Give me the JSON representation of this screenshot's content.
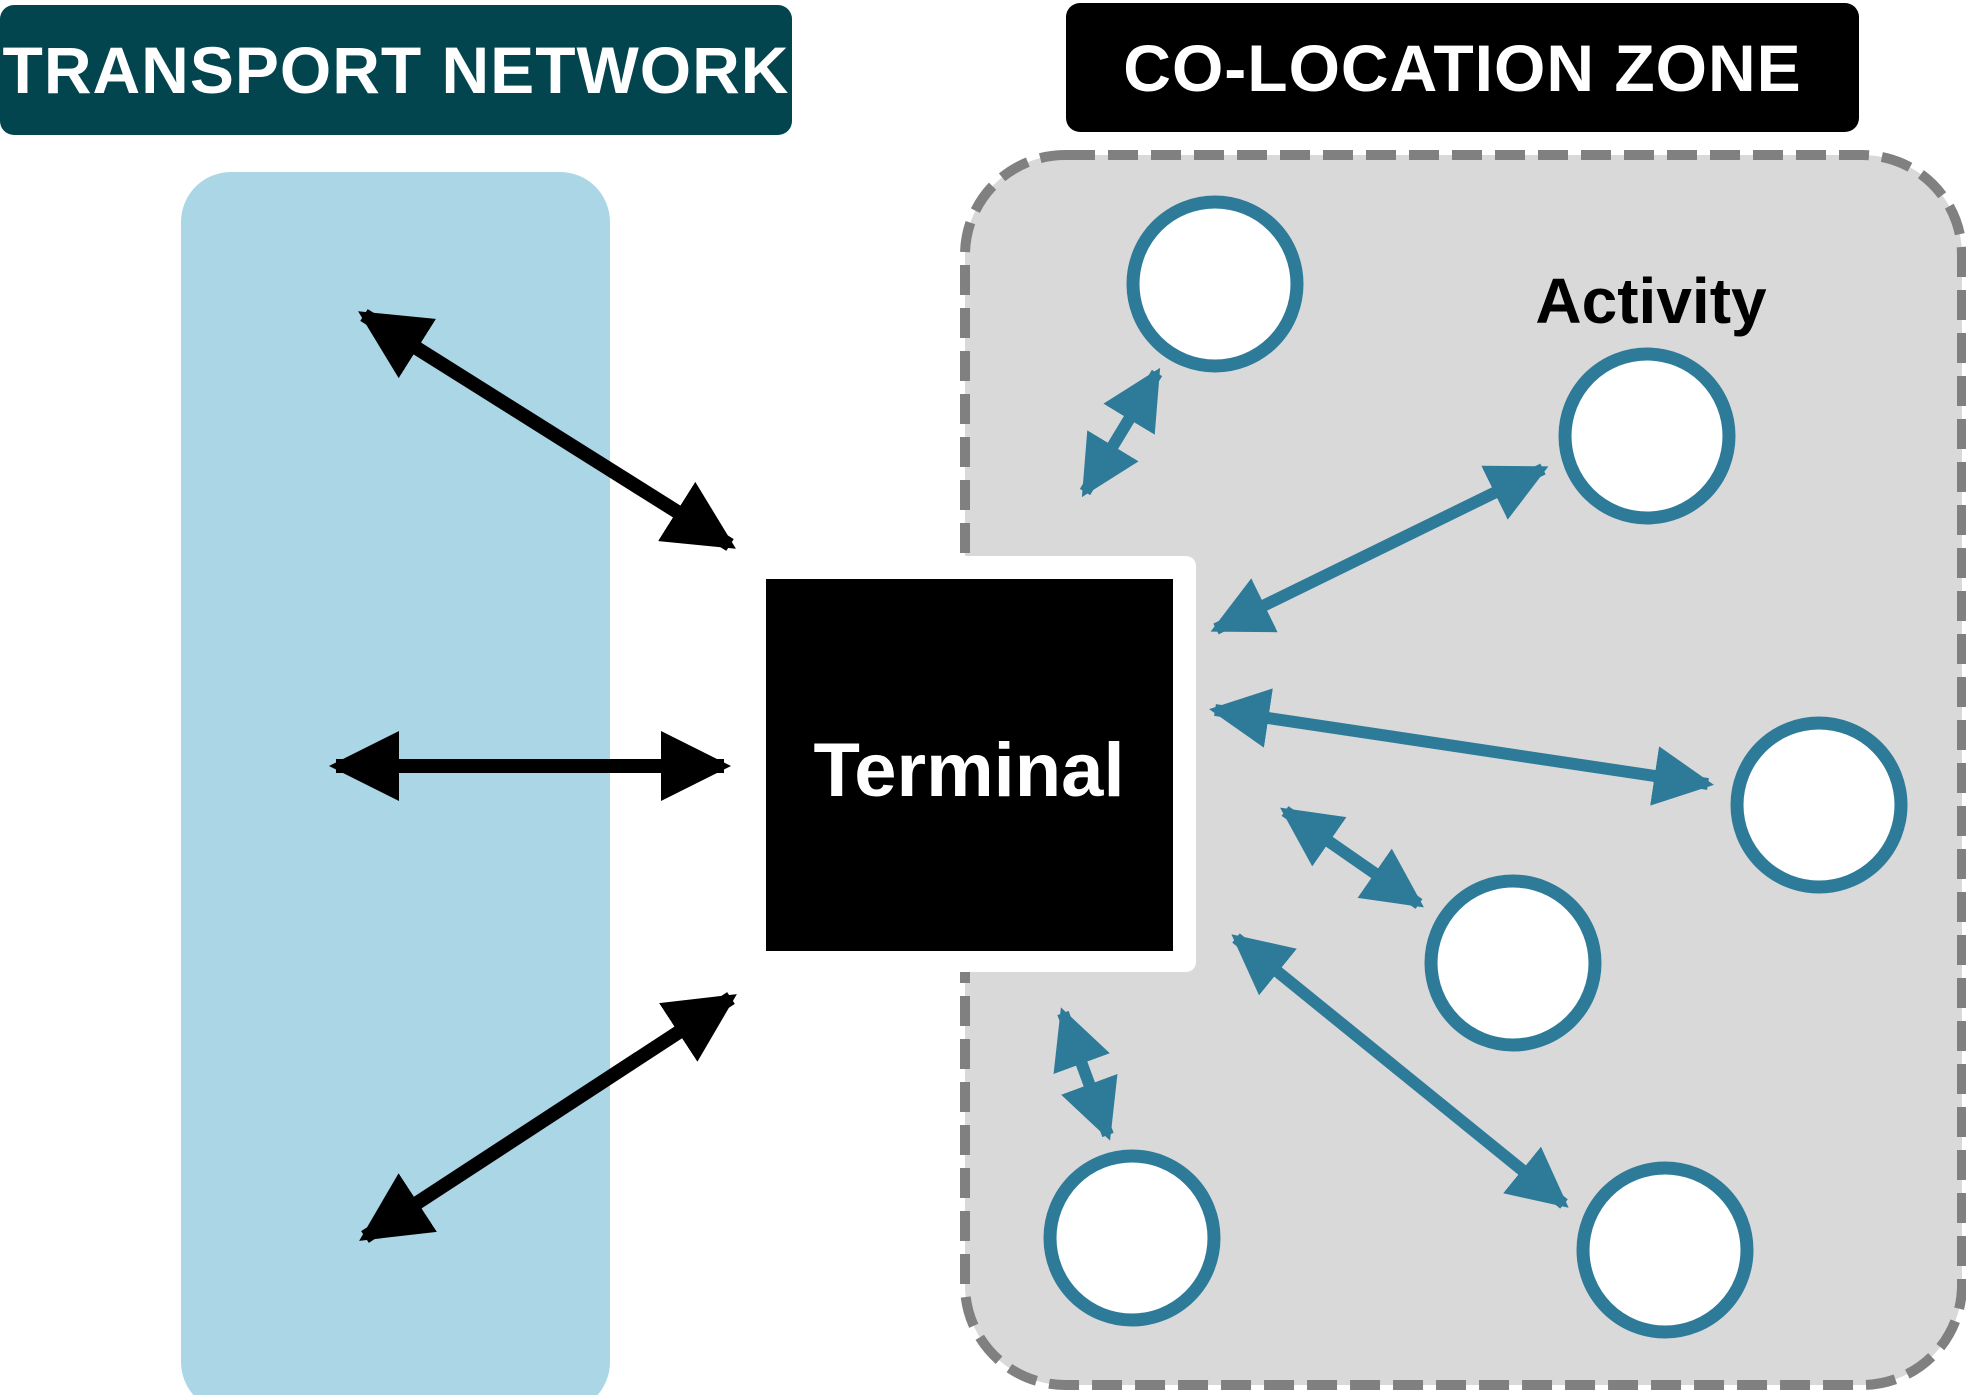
{
  "headers": {
    "transport_network": "TRANSPORT NETWORK",
    "colocation_zone": "CO-LOCATION ZONE"
  },
  "terminal": {
    "label": "Terminal"
  },
  "activity": {
    "label": "Activity"
  },
  "colors": {
    "transport_header": "#02454f",
    "colocation_header": "#000000",
    "transport_band": "#abd6e5",
    "zone_fill": "#d9d9d9",
    "zone_border": "#808080",
    "activity_stroke": "#2d7b99",
    "terminal_fill": "#000000",
    "black_arrow": "#000000",
    "teal_arrow": "#2d7b99"
  }
}
